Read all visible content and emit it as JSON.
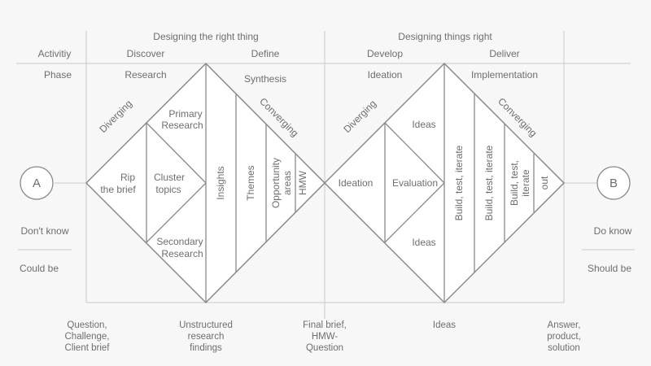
{
  "header": {
    "left_title": "Designing the right thing",
    "right_title": "Designing things right"
  },
  "rows": {
    "activity_label": "Activitiy",
    "phase_label": "Phase"
  },
  "stages": {
    "discover": "Discover",
    "define": "Define",
    "develop": "Develop",
    "deliver": "Deliver"
  },
  "phases": {
    "research": "Research",
    "synthesis": "Synthesis",
    "ideation": "Ideation",
    "implementation": "Implementation"
  },
  "diamond1": {
    "diverging": "Diverging",
    "converging": "Converging",
    "rip_brief": [
      "Rip",
      "the brief"
    ],
    "primary": [
      "Primary",
      "Research"
    ],
    "cluster": [
      "Cluster",
      "topics"
    ],
    "secondary": [
      "Secondary",
      "Research"
    ],
    "insights": "Insights",
    "themes": "Themes",
    "opportunity": [
      "Opportunity",
      "areas"
    ],
    "hmw": "HMW"
  },
  "diamond2": {
    "diverging": "Diverging",
    "converging": "Converging",
    "ideation": "Ideation",
    "ideas_top": "Ideas",
    "evaluation": "Evaluation",
    "ideas_bottom": "Ideas",
    "build1": "Build, test, iterate",
    "build2": "Build, test, iterate",
    "build3": [
      "Build, test,",
      "iterate"
    ],
    "out": "out"
  },
  "sides": {
    "start": "A",
    "end": "B",
    "dont_know": "Don't know",
    "could_be": "Could be",
    "do_know": "Do know",
    "should_be": "Should be"
  },
  "footer": {
    "question": [
      "Question,",
      "Challenge,",
      "Client brief"
    ],
    "unstructured": [
      "Unstructured",
      "research",
      "findings"
    ],
    "final_brief": [
      "Final brief,",
      "HMW-",
      "Question"
    ],
    "ideas": "Ideas",
    "answer": [
      "Answer,",
      "product,",
      "solution"
    ]
  }
}
